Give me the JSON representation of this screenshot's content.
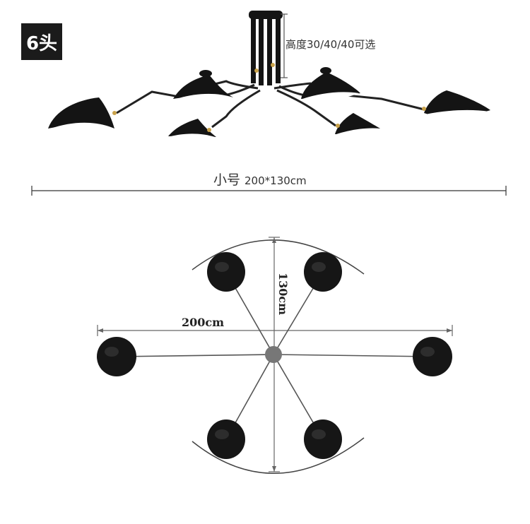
{
  "badge": "6头",
  "height_note": "高度30/40/40可选",
  "size": {
    "name": "小号",
    "value": "200*130cm"
  },
  "diagram": {
    "width_label": "200cm",
    "depth_label": "130cm"
  },
  "colors": {
    "lamp_black": "#141414",
    "shade_inner": "#ffffff",
    "arm": "#222222",
    "hub": "#777777",
    "arc": "#444444",
    "brass": "#c9a24a"
  }
}
